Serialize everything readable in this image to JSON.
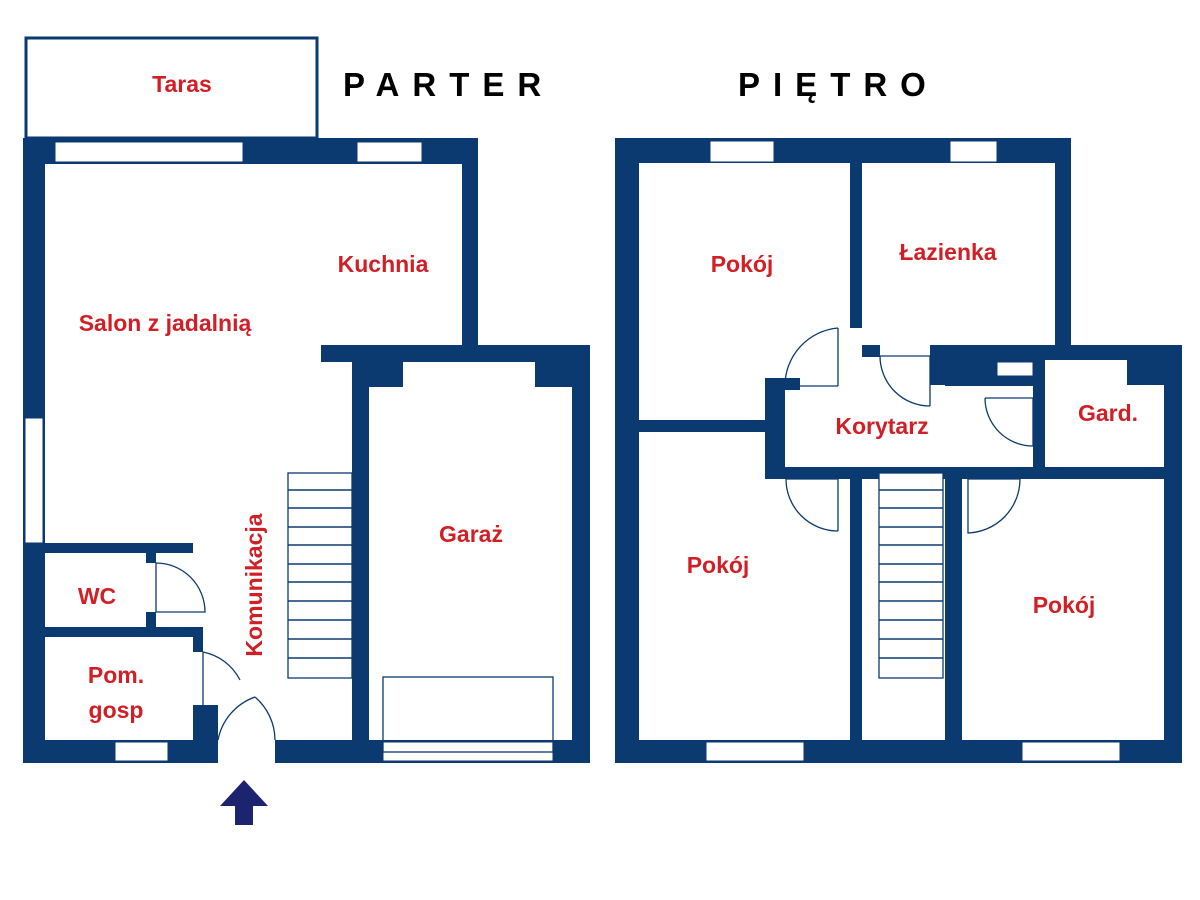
{
  "floors": {
    "ground": {
      "title": "PARTER"
    },
    "upper": {
      "title": "PIĘTRO"
    }
  },
  "rooms": {
    "ground": {
      "terrace": "Taras",
      "living": "Salon z jadalnią",
      "kitchen": "Kuchnia",
      "garage": "Garaż",
      "wc": "WC",
      "utility_line1": "Pom.",
      "utility_line2": "gosp",
      "circulation": "Komunikacja"
    },
    "upper": {
      "room_top_left": "Pokój",
      "bathroom": "Łazienka",
      "corridor": "Korytarz",
      "wardrobe": "Gard.",
      "room_bottom_left": "Pokój",
      "room_right": "Pokój"
    }
  },
  "colors": {
    "walls": "#0b3a70",
    "labels": "#d11f26",
    "titles": "#000000",
    "entrance_arrow": "#1c2470"
  },
  "icons": {
    "entrance": "entrance-arrow-icon"
  }
}
